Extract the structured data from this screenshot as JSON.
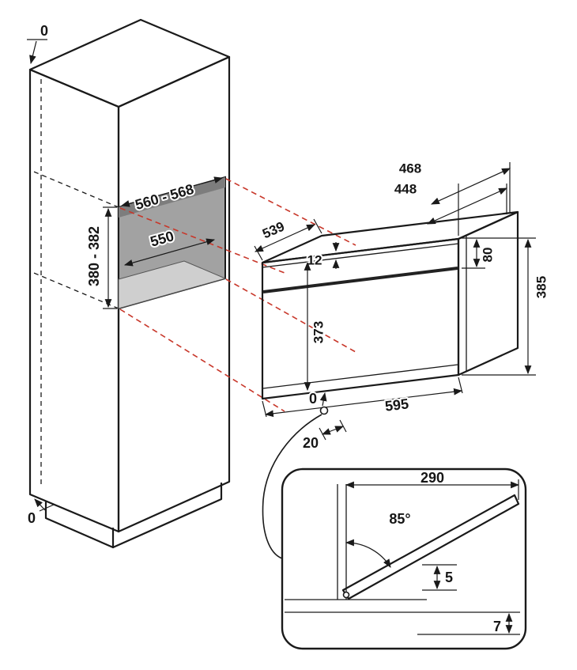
{
  "diagram": {
    "description": "Built-in compact oven installation dimension drawing",
    "colors": {
      "line": "#1a1a1a",
      "projection_red": "#c8372a",
      "niche_back": "#a2a2a2",
      "niche_floor": "#cfcfcf",
      "niche_shadow": "#7d7d7d",
      "background": "#ffffff"
    },
    "labels": {
      "top_clearance": "0",
      "niche_width": "560 - 568",
      "niche_depth": "550",
      "niche_height": "380 - 382",
      "bottom_clearance": "0",
      "appliance_depth": "539",
      "depth_with_door": "468",
      "depth_body": "448",
      "top_lip": "12",
      "panel_band": "80",
      "total_height": "385",
      "door_height": "373",
      "front_zero": "0",
      "appliance_width": "595",
      "front_overhang": "20",
      "door_reach": "290",
      "door_angle": "85°",
      "gap_door": "5",
      "gap_bottom": "7"
    }
  }
}
